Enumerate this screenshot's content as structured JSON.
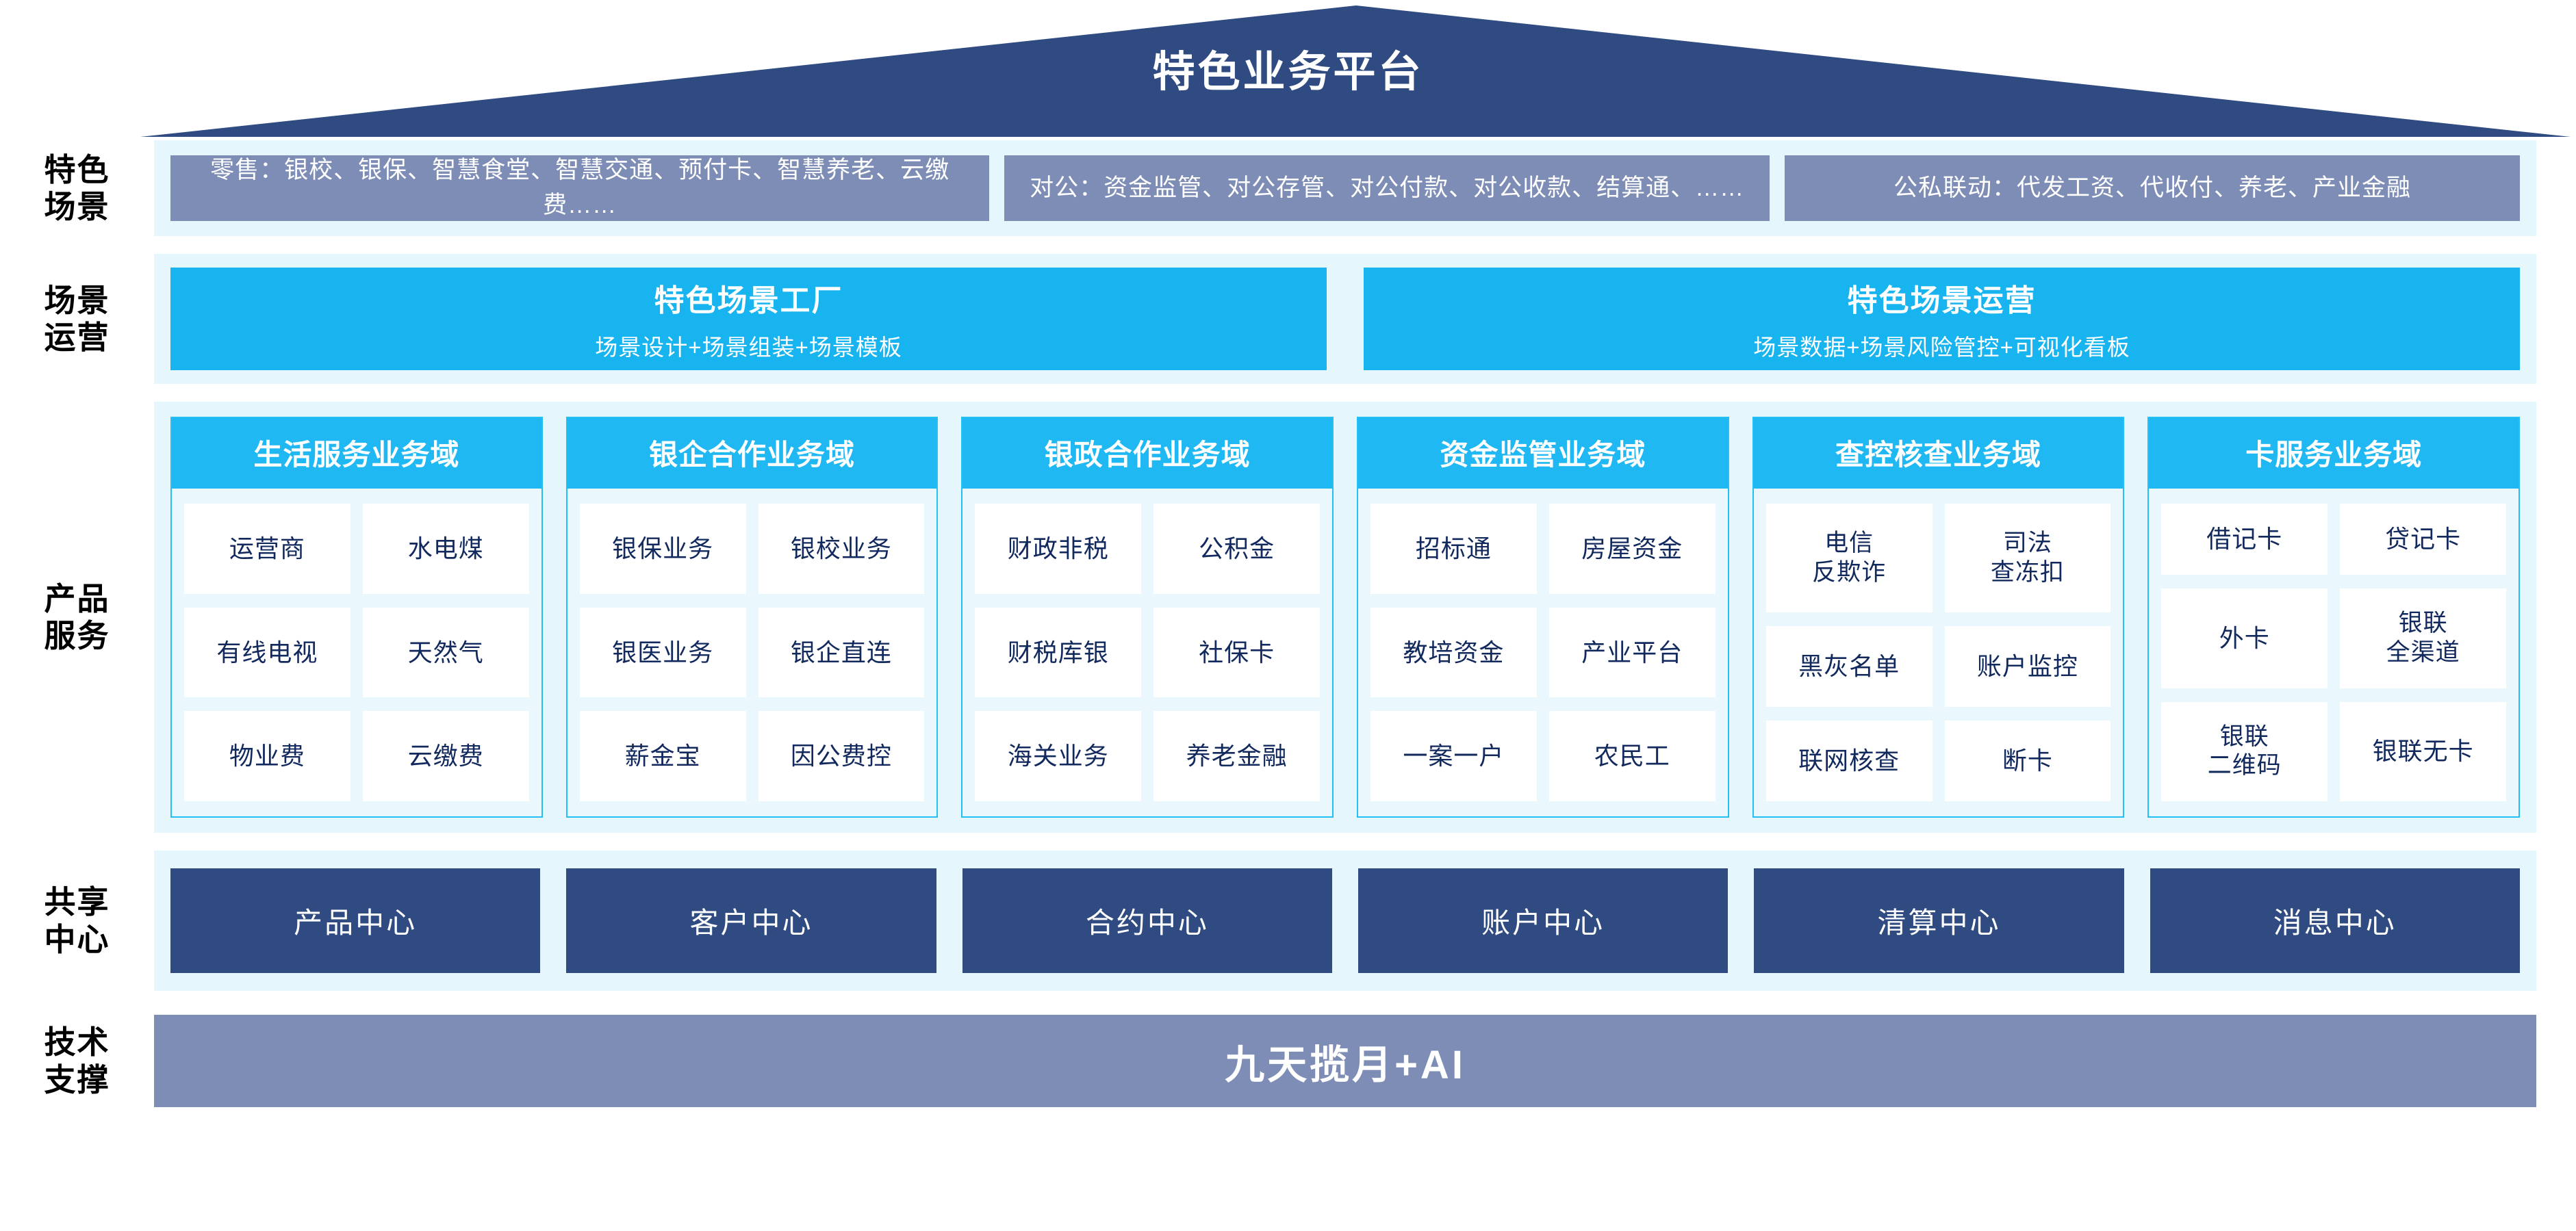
{
  "header": {
    "title": "特色业务平台"
  },
  "colors": {
    "roof_navy": "#2f4b82",
    "band_bg": "#e6f6fd",
    "scene_slate": "#7e8db5",
    "cyan": "#18b4ef",
    "domain_cyan": "#1fb8f2",
    "center_navy": "#2f4b82",
    "tech_slate": "#7e8db5",
    "cell_text_navy": "#12295e"
  },
  "rows": [
    {
      "label": "特色\n场景"
    },
    {
      "label": "场景\n运营"
    },
    {
      "label": "产品\n服务"
    },
    {
      "label": "共享\n中心"
    },
    {
      "label": "技术\n支撑"
    }
  ],
  "scenes": {
    "label": "特色场景",
    "items": [
      {
        "name": "retail",
        "text": "零售：银校、银保、智慧食堂、智慧交通、预付卡、智慧养老、云缴费……"
      },
      {
        "name": "corporate",
        "text": "对公：资金监管、对公存管、对公付款、对公收款、结算通、……"
      },
      {
        "name": "public-private",
        "text": "公私联动：代发工资、代收付、养老、产业金融"
      }
    ]
  },
  "operations": {
    "label": "场景运营",
    "items": [
      {
        "title": "特色场景工厂",
        "subtitle": "场景设计+场景组装+场景模板"
      },
      {
        "title": "特色场景运营",
        "subtitle": "场景数据+场景风险管控+可视化看板"
      }
    ]
  },
  "products": {
    "label": "产品服务",
    "columns": [
      {
        "title": "生活服务业务域",
        "cells": [
          "运营商",
          "水电煤",
          "有线电视",
          "天然气",
          "物业费",
          "云缴费"
        ]
      },
      {
        "title": "银企合作业务域",
        "cells": [
          "银保业务",
          "银校业务",
          "银医业务",
          "银企直连",
          "薪金宝",
          "因公费控"
        ]
      },
      {
        "title": "银政合作业务域",
        "cells": [
          "财政非税",
          "公积金",
          "财税库银",
          "社保卡",
          "海关业务",
          "养老金融"
        ]
      },
      {
        "title": "资金监管业务域",
        "cells": [
          "招标通",
          "房屋资金",
          "教培资金",
          "产业平台",
          "一案一户",
          "农民工"
        ]
      },
      {
        "title": "查控核查业务域",
        "cells": [
          "电信\n反欺诈",
          "司法\n查冻扣",
          "黑灰名单",
          "账户监控",
          "联网核查",
          "断卡"
        ]
      },
      {
        "title": "卡服务业务域",
        "cells": [
          "借记卡",
          "贷记卡",
          "外卡",
          "银联\n全渠道",
          "银联\n二维码",
          "银联无卡"
        ]
      }
    ]
  },
  "shared_centers": {
    "label": "共享中心",
    "items": [
      "产品中心",
      "客户中心",
      "合约中心",
      "账户中心",
      "清算中心",
      "消息中心"
    ]
  },
  "tech_support": {
    "label": "技术支撑",
    "text": "九天揽月+AI"
  }
}
